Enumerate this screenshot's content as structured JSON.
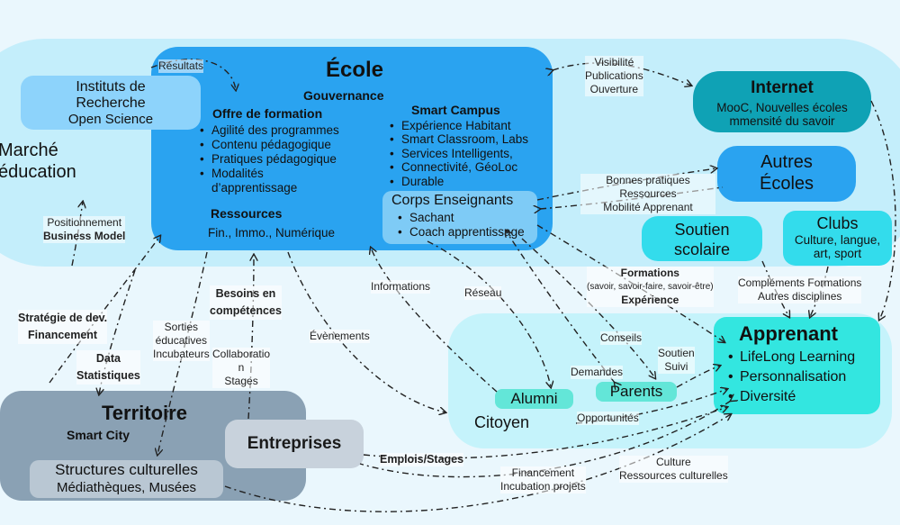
{
  "marche": {
    "line1": "Marché",
    "line2": "éducation"
  },
  "ecole": {
    "title": "École",
    "gouvernance": "Gouvernance",
    "offre_title": "Offre de formation",
    "offre_items": [
      "Agilité des programmes",
      " Contenu pédagogique",
      "Pratiques pédagogique",
      "Modalités d’apprentissage"
    ],
    "ressources_title": "Ressources",
    "ressources_text": "Fin., Immo., Numérique",
    "smart_title": "Smart Campus",
    "smart_items": [
      "Expérience Habitant",
      "Smart Classroom, Labs",
      "Services Intelligents,",
      "Connectivité, GéoLoc",
      "Durable"
    ],
    "corps_title": "Corps Enseignants",
    "corps_items": [
      "Sachant",
      "Coach apprentissage"
    ]
  },
  "instituts": {
    "line1": "Instituts de",
    "line2": "Recherche",
    "line3": "Open Science"
  },
  "internet": {
    "title": "Internet",
    "line1": "MooC, Nouvelles écoles",
    "line2": "mmensité du savoir"
  },
  "autres": {
    "line1": "Autres",
    "line2": "Écoles"
  },
  "soutien": {
    "line1": "Soutien",
    "line2": "scolaire"
  },
  "clubs": {
    "title": "Clubs",
    "line1": "Culture, langue,",
    "line2": "art, sport"
  },
  "apprenant": {
    "title": "Apprenant",
    "items": [
      "LifeLong Learning",
      "Personnalisation",
      "Diversité"
    ]
  },
  "territoire": {
    "title": "Territoire",
    "sub": "Smart City"
  },
  "structures": {
    "line1": "Structures culturelles",
    "line2": "Médiathèques, Musées"
  },
  "entreprises": {
    "title": "Entreprises"
  },
  "alumni": "Alumni",
  "parents": "Parents",
  "citoyen": "Citoyen",
  "labels": {
    "resultats": "Résultats",
    "visibilite": [
      "Visibilité",
      "Publications",
      "Ouverture"
    ],
    "bonnes": [
      "Bonnes pratiques",
      "Ressources",
      "Mobilité Apprenant"
    ],
    "positionnement": [
      "Positionnement",
      "Business Model"
    ],
    "strategie": [
      "Stratégie de dev.",
      "Financement"
    ],
    "data": [
      "Data",
      "Statistiques"
    ],
    "besoins": [
      "Besoins en",
      "compétences"
    ],
    "sorties": [
      "Sorties",
      "éducatives",
      "Incubateurs"
    ],
    "collab": [
      "Collaboratio",
      "n",
      "Stages"
    ],
    "evenements": "Évènements",
    "informations": "Informations",
    "reseau": "Réseau",
    "formations": [
      "Formations",
      "(savoir, savoir-faire, savoir-être)",
      "Expérience"
    ],
    "complements": [
      "Compléments Formations",
      "Autres disciplines"
    ],
    "conseils": "Conseils",
    "demandes": "Demandes",
    "soutien_suivi": [
      "Soutien",
      "Suivi"
    ],
    "opportunites": "Opportunités",
    "emplois": "Emplois/Stages",
    "financement": [
      "Financement",
      "Incubation projets"
    ],
    "culture": [
      "Culture",
      "Ressources culturelles"
    ]
  },
  "colors": {
    "ecole": "#2aa3f0",
    "internet": "#0fa2b5",
    "apprenant": "#33e6e0",
    "territoire": "#8aa1b4",
    "marche": "#c4eefb",
    "citoyen": "#c5f3fb"
  }
}
